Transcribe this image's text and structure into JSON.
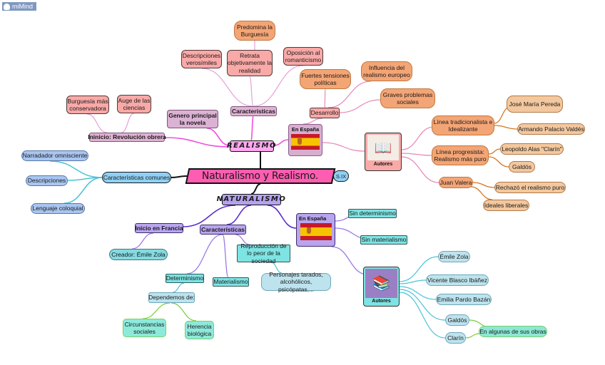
{
  "app": {
    "brand": "miMind"
  },
  "colors": {
    "realismo_link": "#f04fe0",
    "realismo_sub_link": "#e6a0d8",
    "spain_link": "#e888b8",
    "orange_link": "#d6761e",
    "blue_link": "#4bc3d6",
    "naturalismo_link": "#5a2bcc",
    "naturalismo_sub_link": "#9b7ae8",
    "green_link": "#78cc3e",
    "central_link": "#111111"
  },
  "central": {
    "label": "Naturalismo y Realismo.",
    "side_left": "Características comunes",
    "side_right": "S.IX"
  },
  "comunes": {
    "items": [
      "Narradador omnisciente",
      "Descripciones",
      "Lenguaje coloquial"
    ]
  },
  "realismo": {
    "label": "REALISMO",
    "genero": "Genero principal la novela",
    "inicio": {
      "label": "Ininicio: Revolución obrera",
      "children": [
        "Burguesía más conservadora",
        "Auge de las ciencias"
      ]
    },
    "caracteristicas": {
      "label": "Características",
      "children": [
        "Descripciones verosímiles",
        "Retrata objetivamente la realidad",
        "Oposición al romanticismo"
      ],
      "top": "Predomina la Burguesía"
    },
    "espana": {
      "label": "En España",
      "desarrollo": {
        "label": "Desarrollo",
        "children": [
          "Fuertes tensiones políticas",
          "Influencia del realismo europeo",
          "Graves problemas sociales"
        ]
      },
      "autores": {
        "label": "Autores",
        "lineas": [
          {
            "label": "Línea tradicionalista e Idealizante",
            "children": [
              "José María Pereda",
              "Armando Palacio Valdés"
            ]
          },
          {
            "label": "Línea progresista: Realismo más puro",
            "children": [
              "Leopoldo Alas  \"Clarín\"",
              "Galdós"
            ]
          },
          {
            "label": "Juan Valera",
            "children": [
              "Rechazó el realismo puro",
              "Ideales liberales"
            ]
          }
        ]
      }
    }
  },
  "naturalismo": {
    "label": "NATURALISMO",
    "inicio": {
      "label": "Inicio en Francia",
      "child": "Creador: Émile Zola"
    },
    "caracteristicas": {
      "label": "Características",
      "determinismo": "Determinismo",
      "dependemos": "Dependemos de:",
      "dependemos_children": [
        "Circunstancias sociales",
        "Herencia biológica"
      ],
      "materialismo": "Materialismo",
      "reproduccion": "Reproducción de lo peor de la sociedad",
      "personajes": "Personajes tarados, alcohólicos, psicópatas,..."
    },
    "espana": {
      "label": "En España",
      "children": [
        "Sin determinismo",
        "Sin materialismo"
      ],
      "autores": {
        "label": "Autores",
        "children": [
          "Émile Zola",
          "Vicente Blasco Ibáñez",
          "Emilia Pardo Bazán",
          "Galdós",
          "Clarín"
        ],
        "note": "En algunas de sus obras"
      }
    }
  }
}
